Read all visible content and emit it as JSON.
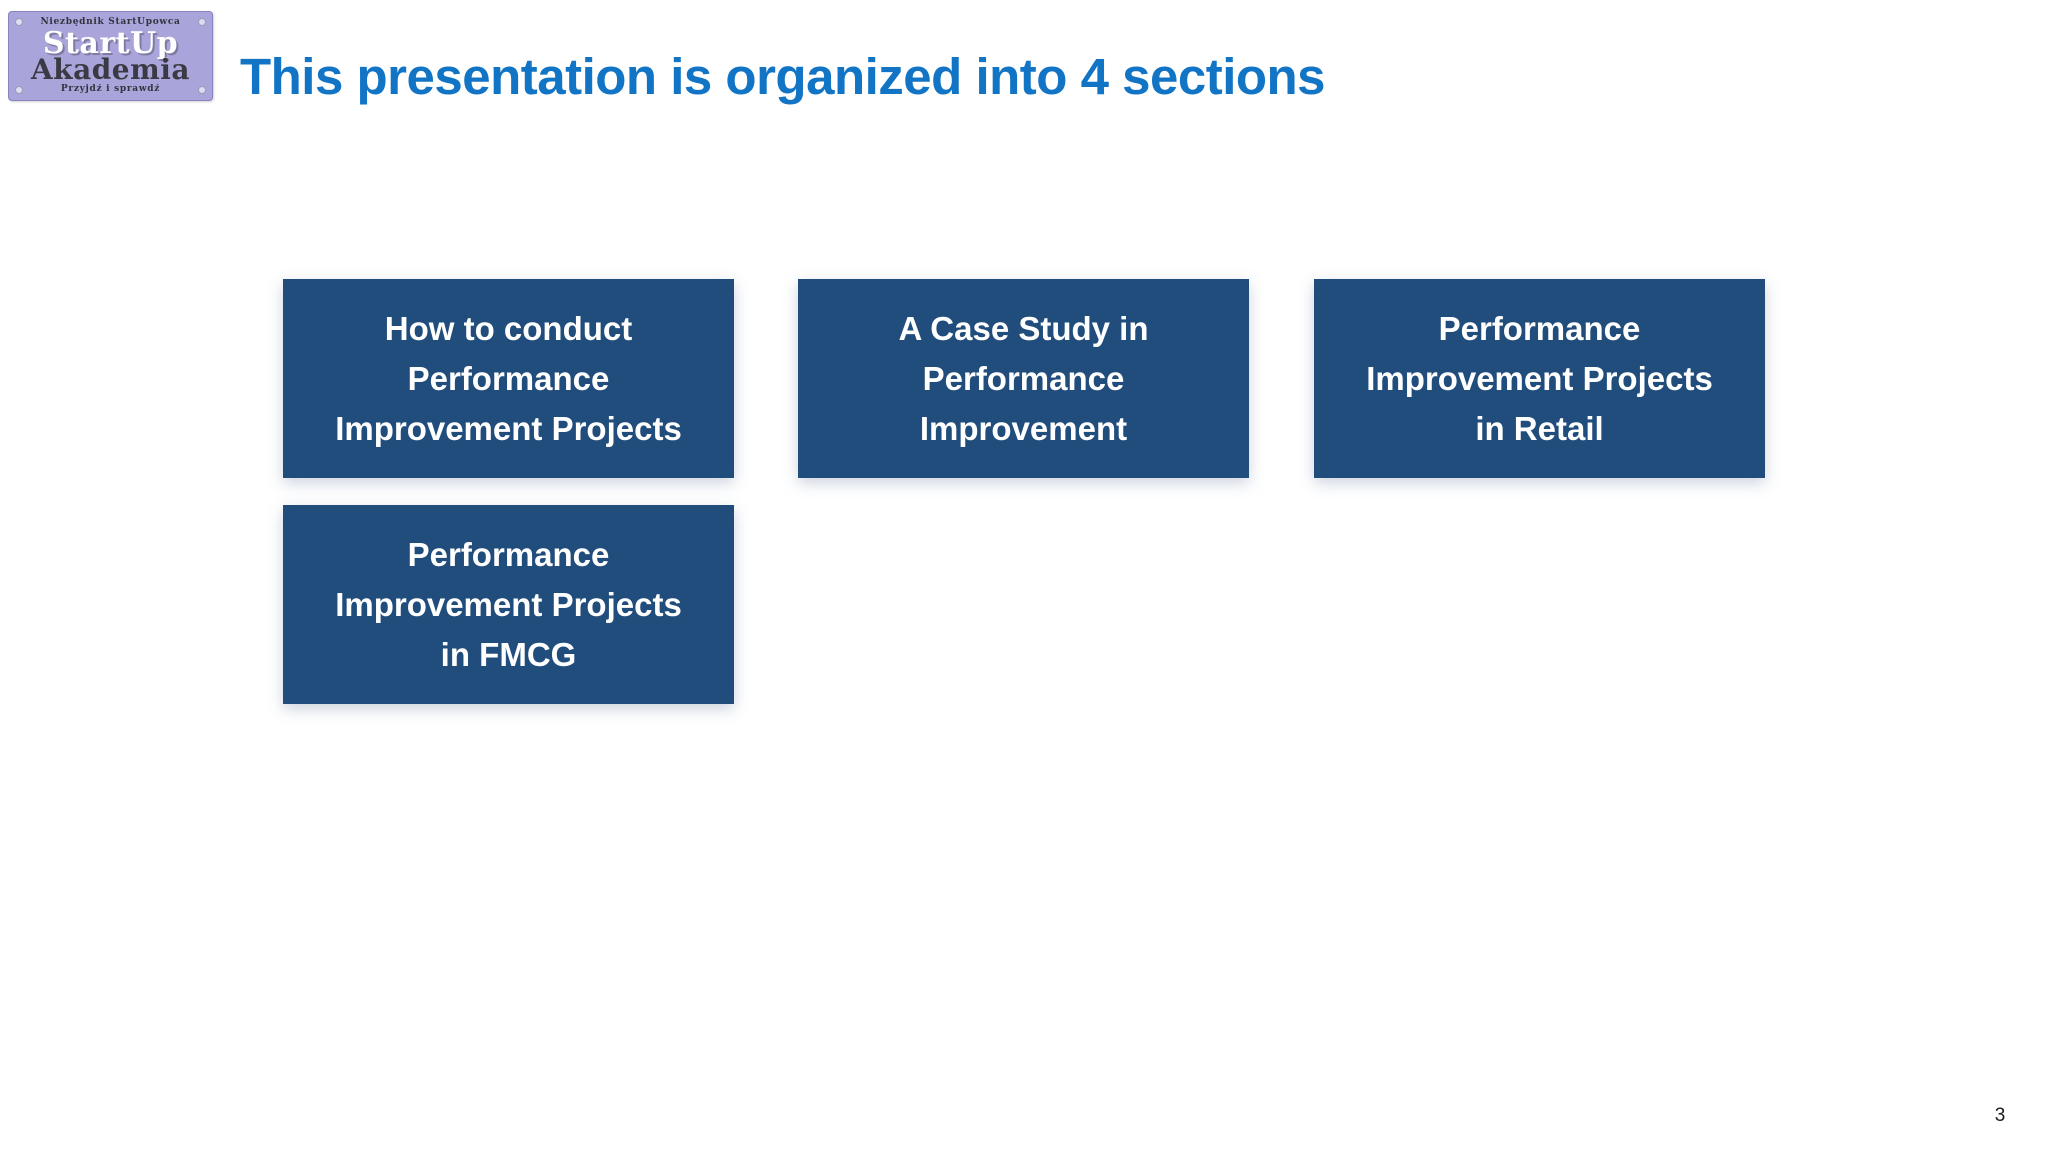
{
  "slide": {
    "title": "This presentation is organized into 4 sections",
    "page_number": "3",
    "colors": {
      "title_blue": "#1274C4",
      "box_navy": "#214D7C",
      "box_text": "#FFFFFF",
      "logo_lavender": "#A9A5DA"
    }
  },
  "logo": {
    "tagline_top": "Niezbędnik StartUpowca",
    "name_line1": "StartUp",
    "name_line2": "Akademia",
    "tagline_bottom": "Przyjdź i sprawdź"
  },
  "sections": [
    {
      "label": "How to conduct Performance Improvement Projects",
      "lines": [
        "How to conduct",
        "Performance",
        "Improvement Projects"
      ]
    },
    {
      "label": "A Case Study in Performance Improvement",
      "lines": [
        "A Case Study in",
        "Performance",
        "Improvement"
      ]
    },
    {
      "label": "Performance Improvement Projects in Retail",
      "lines": [
        "Performance",
        "Improvement Projects",
        "in Retail"
      ]
    },
    {
      "label": "Performance Improvement Projects in FMCG",
      "lines": [
        "Performance",
        "Improvement Projects",
        "in FMCG"
      ]
    }
  ]
}
